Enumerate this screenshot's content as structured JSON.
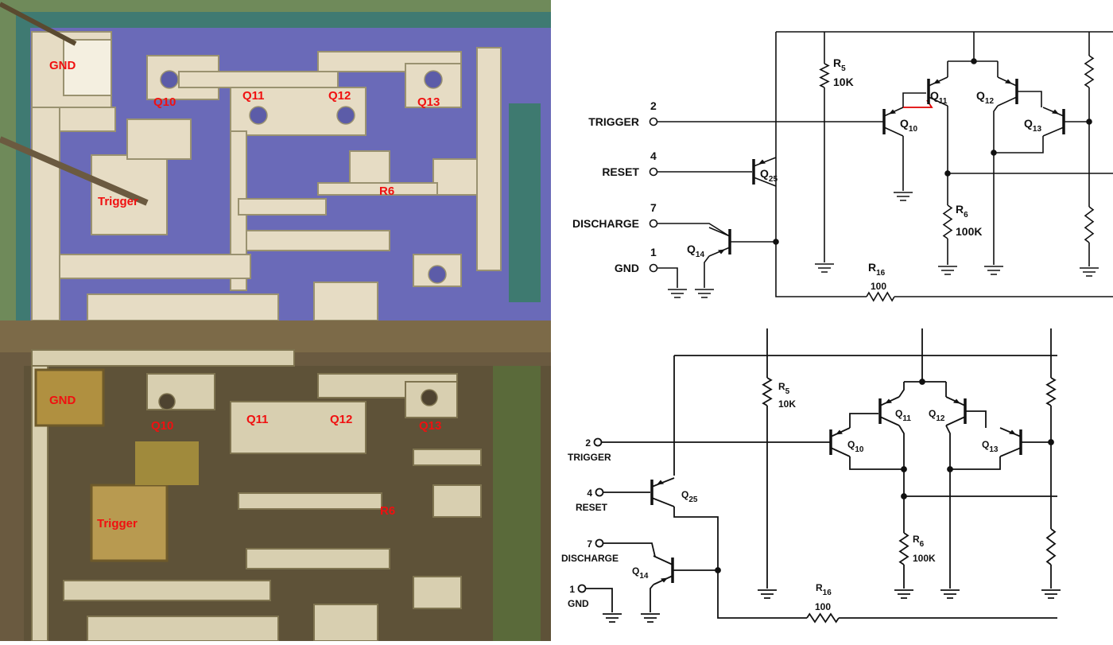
{
  "die_top": {
    "labels": {
      "gnd": "GND",
      "q10": "Q10",
      "q11": "Q11",
      "q12": "Q12",
      "q13": "Q13",
      "trigger": "Trigger",
      "r6": "R6"
    }
  },
  "die_bottom": {
    "labels": {
      "gnd": "GND",
      "q10": "Q10",
      "q11": "Q11",
      "q12": "Q12",
      "q13": "Q13",
      "trigger": "Trigger",
      "r6": "R6"
    }
  },
  "schematic_top": {
    "pins": [
      {
        "num": "2",
        "name": "TRIGGER"
      },
      {
        "num": "4",
        "name": "RESET"
      },
      {
        "num": "7",
        "name": "DISCHARGE"
      },
      {
        "num": "1",
        "name": "GND"
      }
    ],
    "transistors": [
      {
        "prefix": "Q",
        "sub": "25"
      },
      {
        "prefix": "Q",
        "sub": "14"
      },
      {
        "prefix": "Q",
        "sub": "10"
      },
      {
        "prefix": "Q",
        "sub": "11"
      },
      {
        "prefix": "Q",
        "sub": "12"
      },
      {
        "prefix": "Q",
        "sub": "13"
      }
    ],
    "resistors": [
      {
        "prefix": "R",
        "sub": "5",
        "value": "10K"
      },
      {
        "prefix": "R",
        "sub": "6",
        "value": "100K"
      },
      {
        "prefix": "R",
        "sub": "16",
        "value": "100"
      }
    ],
    "highlight_color": "#e00000"
  },
  "schematic_bottom": {
    "pins": [
      {
        "num": "2",
        "name": "TRIGGER"
      },
      {
        "num": "4",
        "name": "RESET"
      },
      {
        "num": "7",
        "name": "DISCHARGE"
      },
      {
        "num": "1",
        "name": "GND"
      }
    ],
    "transistors": [
      {
        "prefix": "Q",
        "sub": "25"
      },
      {
        "prefix": "Q",
        "sub": "14"
      },
      {
        "prefix": "Q",
        "sub": "10"
      },
      {
        "prefix": "Q",
        "sub": "11"
      },
      {
        "prefix": "Q",
        "sub": "12"
      },
      {
        "prefix": "Q",
        "sub": "13"
      }
    ],
    "resistors": [
      {
        "prefix": "R",
        "sub": "5",
        "value": "10K"
      },
      {
        "prefix": "R",
        "sub": "6",
        "value": "100K"
      },
      {
        "prefix": "R",
        "sub": "16",
        "value": "100"
      }
    ]
  }
}
